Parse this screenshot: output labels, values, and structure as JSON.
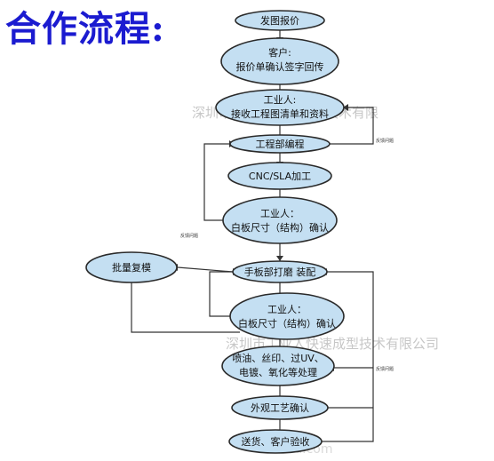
{
  "title": "合作流程:",
  "watermarks": [
    "深圳市工业人快速成型技术有限",
    "深圳市工业人快速成型技术有限公司",
    "Zhibu.com"
  ],
  "nodes": {
    "quote": "发图报价",
    "customer_label": "客户:",
    "customer_text": "报价单确认签字回传",
    "receive_label": "工业人:",
    "receive_text": "接收工程图清单和资料",
    "programming": "工程部编程",
    "cnc": "CNC/SLA加工",
    "white_label_1": "工业人：",
    "white_text_1": "白板尺寸（结构）确认",
    "mass": "批量复模",
    "handmade": "手板部打磨 装配",
    "white_label_2": "工业人：",
    "white_text_2": "白板尺寸（结构）确认",
    "finish_line1": "喷油、丝印、过UV、",
    "finish_line2": "电镀、氧化等处理",
    "appearance": "外观工艺确认",
    "delivery": "送货、客户验收"
  },
  "feedback_labels": [
    "反馈问题",
    "反馈问题",
    "反馈问题"
  ]
}
